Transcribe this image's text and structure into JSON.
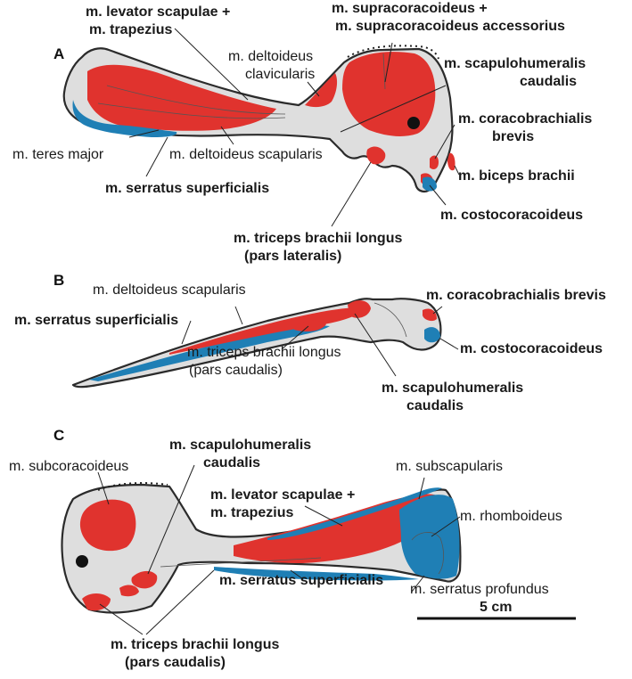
{
  "panels": {
    "a": "A",
    "b": "B",
    "c": "C"
  },
  "scale_bar": {
    "label": "5 cm"
  },
  "labels_a": {
    "levator1": "m. levator scapulae +",
    "levator2": "m. trapezius",
    "supra1": "m. supracoracoideus +",
    "supra2": "m. supracoracoideus accessorius",
    "delt_clav1": "m. deltoideus",
    "delt_clav2": "clavicularis",
    "scapulo1": "m. scapulohumeralis",
    "scapulo2": "caudalis",
    "coraco1": "m. coracobrachialis",
    "coraco2": "brevis",
    "biceps": "m. biceps brachii",
    "teres": "m. teres major",
    "delt_scap": "m. deltoideus scapularis",
    "serratus": "m. serratus superficialis",
    "costo": "m. costocoracoideus",
    "triceps1": "m. triceps brachii longus",
    "triceps2": "(pars lateralis)"
  },
  "labels_b": {
    "delt_scap": "m. deltoideus scapularis",
    "coraco": "m. coracobrachialis brevis",
    "serratus": "m. serratus superficialis",
    "costo": "m. costocoracoideus",
    "triceps1": "m. triceps brachii longus",
    "triceps2": "(pars caudalis)",
    "scapulo1": "m. scapulohumeralis",
    "scapulo2": "caudalis"
  },
  "labels_c": {
    "subcoraco": "m. subcoracoideus",
    "scapulo1": "m. scapulohumeralis",
    "scapulo2": "caudalis",
    "subscap": "m. subscapularis",
    "levator1": "m. levator scapulae +",
    "levator2": "m. trapezius",
    "rhomb": "m. rhomboideus",
    "serr_prof": "m. serratus profundus",
    "serratus": "m. serratus superficialis",
    "triceps1": "m. triceps brachii longus",
    "triceps2": "(pars caudalis)"
  }
}
